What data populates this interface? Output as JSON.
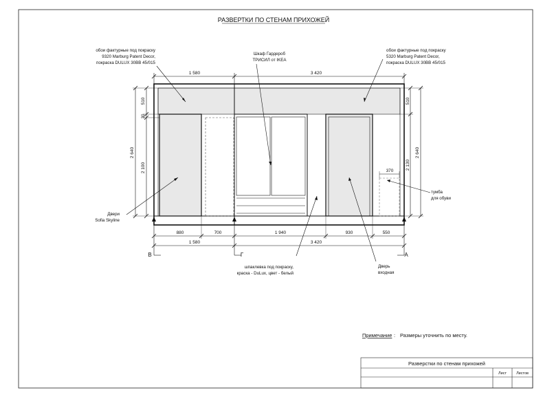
{
  "sheet_title": "РАЗВЕРТКИ ПО СТЕНАМ ПРИХОЖЕЙ",
  "annotations": {
    "wallpaper_left": [
      "обои фактурные под покраску",
      "9320 Marburg Patent Decor,",
      "покраска DULUX 30BB 45/015"
    ],
    "wardrobe": [
      "Шкаф Гардероб",
      "ТРИСИЛ от IKEA"
    ],
    "wallpaper_right": [
      "обои фактурные под покраску",
      "5320 Marburg Patent Decor,",
      "покраска DULUX 30BB 45/015"
    ],
    "doors": [
      "Двери",
      "Sofia Skyline"
    ],
    "shoe_cabinet": [
      "тумба",
      "для обуви"
    ],
    "putty": [
      "шпаклевка под покраску,",
      "краска - DuLux, цвет - белый"
    ],
    "entrance_door": [
      "Дверь",
      "входная"
    ]
  },
  "dimensions": {
    "top_left": "1 580",
    "top_right": "3 420",
    "left_510": "510",
    "left_30": "30",
    "left_2100": "2 100",
    "left_2640": "2 640",
    "right_510": "510",
    "right_2130": "2 130",
    "right_2640": "2 640",
    "cabinet_370": "370",
    "bottom": [
      "880",
      "700",
      "1 940",
      "930",
      "550"
    ],
    "bottom_totals": [
      "1 580",
      "3 420"
    ]
  },
  "axes": [
    "В",
    "Г",
    "А"
  ],
  "note": {
    "label": "Примечание",
    "text": "Размеры уточнить по месту."
  },
  "stamp": {
    "title": "Разверстки по стенам прихожей",
    "sheet": "Лист",
    "sheets": "Листов"
  }
}
